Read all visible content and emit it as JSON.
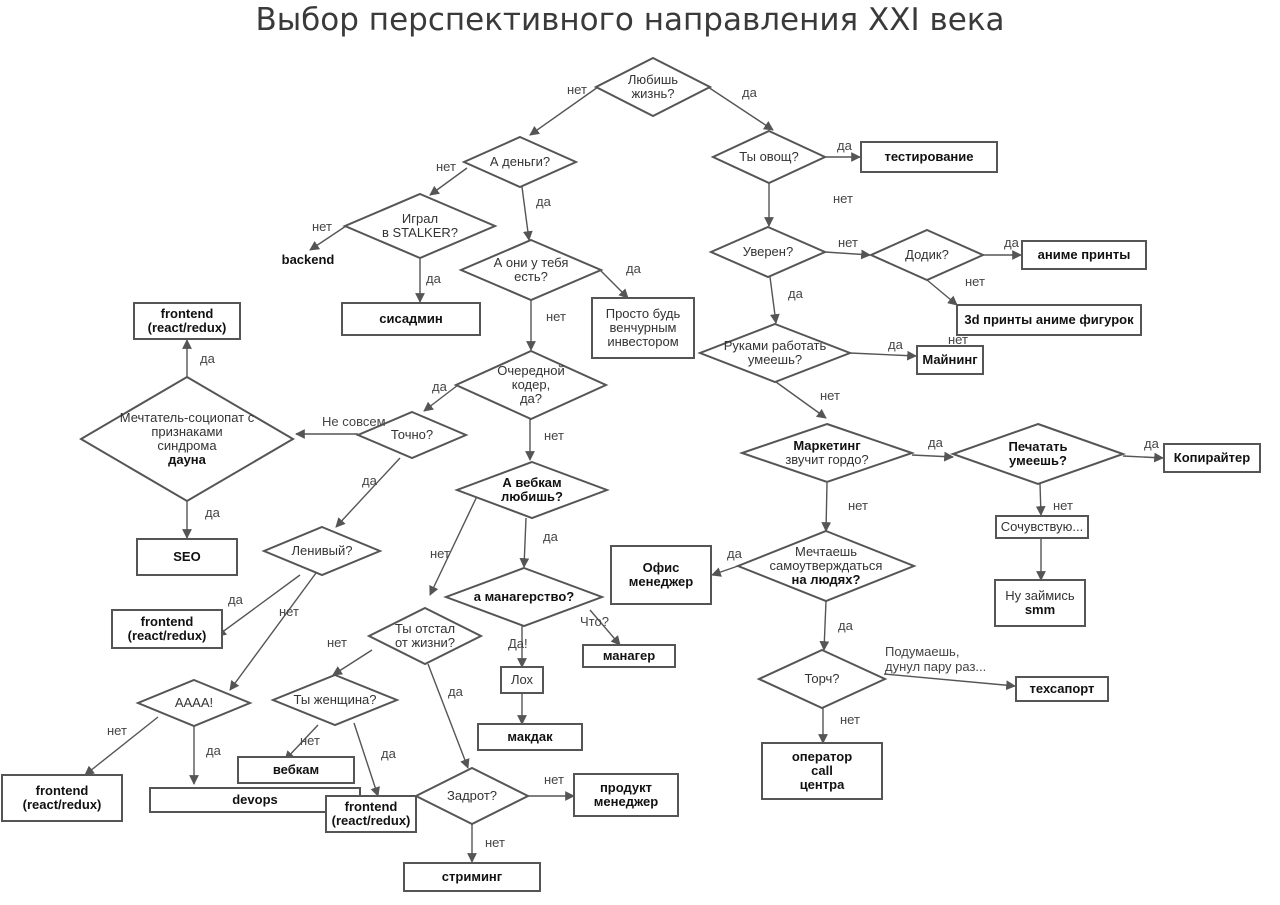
{
  "title": "Выбор перспективного направления XXI века",
  "nodes": {
    "love_life": {
      "lines": [
        "Любишь",
        "жизнь?"
      ],
      "bold": false
    },
    "money": {
      "lines": [
        "А деньги?"
      ],
      "bold": false
    },
    "vegetable": {
      "lines": [
        "Ты овощ?"
      ],
      "bold": false
    },
    "testing": {
      "lines": [
        "тестирование"
      ],
      "bold": true
    },
    "stalker": {
      "lines": [
        "Играл",
        "в STALKER?"
      ],
      "bold": false
    },
    "backend": {
      "lines": [
        "backend"
      ],
      "bold": true
    },
    "sysadmin": {
      "lines": [
        "сисадмин"
      ],
      "bold": true
    },
    "have_money": {
      "lines": [
        "А они у тебя",
        "есть?"
      ],
      "bold": false
    },
    "investor": {
      "lines": [
        "Просто будь",
        "венчурным",
        "инвестором"
      ],
      "bold": false
    },
    "sure": {
      "lines": [
        "Уверен?"
      ],
      "bold": false
    },
    "dodik": {
      "lines": [
        "Додик?"
      ],
      "bold": false
    },
    "anime_prints": {
      "lines": [
        "аниме принты"
      ],
      "bold": true
    },
    "figures_3d": {
      "lines": [
        "3d принты аниме фигурок"
      ],
      "bold": true
    },
    "hands": {
      "lines": [
        "Руками работать",
        "умеешь?"
      ],
      "bold": false
    },
    "mining": {
      "lines": [
        "Майнинг"
      ],
      "bold": true
    },
    "fe1": {
      "lines": [
        "frontend",
        "(react/redux)"
      ],
      "bold": true
    },
    "dreamer": {
      "lines": [
        "Мечтатель-социопат с",
        "признаками",
        "синдрома",
        "дауна"
      ],
      "bold": false
    },
    "seo": {
      "lines": [
        "SEO"
      ],
      "bold": true
    },
    "coder": {
      "lines": [
        "Очередной",
        "кодер,",
        "да?"
      ],
      "bold": false
    },
    "exactly": {
      "lines": [
        "Точно?"
      ],
      "bold": false
    },
    "webcam_love": {
      "lines": [
        "А вебкам",
        "любишь?"
      ],
      "bold": true
    },
    "marketing": {
      "lines": [
        "Маркетинг",
        "звучит гордо?"
      ],
      "bold": false
    },
    "can_print": {
      "lines": [
        "Печатать",
        "умеешь?"
      ],
      "bold": true
    },
    "copywriter": {
      "lines": [
        "Копирайтер"
      ],
      "bold": true
    },
    "sympathy": {
      "lines": [
        "Сочувствую..."
      ],
      "bold": false
    },
    "smm": {
      "lines": [
        "Ну займись",
        "smm"
      ],
      "bold": false
    },
    "lazy": {
      "lines": [
        "Ленивый?"
      ],
      "bold": false
    },
    "fe2": {
      "lines": [
        "frontend",
        "(react/redux)"
      ],
      "bold": true
    },
    "managing": {
      "lines": [
        "а манагерство?"
      ],
      "bold": true
    },
    "manager": {
      "lines": [
        "манагер"
      ],
      "bold": true
    },
    "loser": {
      "lines": [
        "Лох"
      ],
      "bold": false
    },
    "mcdonalds": {
      "lines": [
        "макдак"
      ],
      "bold": true
    },
    "office_manager": {
      "lines": [
        "Офис",
        "менеджер"
      ],
      "bold": true
    },
    "dream_people": {
      "lines": [
        "Мечтаешь",
        "самоутверждаться",
        "на людях?"
      ],
      "bold": false
    },
    "behind": {
      "lines": [
        "Ты отстал",
        "от жизни?"
      ],
      "bold": false
    },
    "woman": {
      "lines": [
        "Ты женщина?"
      ],
      "bold": false
    },
    "webcam": {
      "lines": [
        "вебкам"
      ],
      "bold": true
    },
    "aaaa": {
      "lines": [
        "АААА!"
      ],
      "bold": false
    },
    "fe3": {
      "lines": [
        "frontend",
        "(react/redux)"
      ],
      "bold": true
    },
    "devops": {
      "lines": [
        "devops"
      ],
      "bold": true
    },
    "fe4": {
      "lines": [
        "frontend",
        "(react/redux)"
      ],
      "bold": true
    },
    "nerd": {
      "lines": [
        "Задрот?"
      ],
      "bold": false
    },
    "product_manager": {
      "lines": [
        "продукт",
        "менеджер"
      ],
      "bold": true
    },
    "streaming": {
      "lines": [
        "стриминг"
      ],
      "bold": true
    },
    "stoned": {
      "lines": [
        "Торч?"
      ],
      "bold": false
    },
    "techsupport": {
      "lines": [
        "техсапорт"
      ],
      "bold": true
    },
    "call_center": {
      "lines": [
        "оператор",
        "call",
        "центра"
      ],
      "bold": true
    }
  },
  "edge_labels": {
    "l01": "нет",
    "l02": "да",
    "l03": "нет",
    "l04": "да",
    "l05": "да",
    "l06": "нет",
    "l07": "нет",
    "l08": "да",
    "l09": "да",
    "l10": "нет",
    "l11": "нет",
    "l12": "да",
    "l13": "нет",
    "l14": "да",
    "l15": "нет",
    "l16": "да",
    "l17": "нет",
    "l18": "Не совсем",
    "l19": "да",
    "l20": "да",
    "l21": "нет",
    "l22": "да",
    "l23": "да",
    "l24": "нет",
    "l25": "да",
    "l26": "нет",
    "l27": "да",
    "l28": "да",
    "l29": "нет",
    "l30": "нет",
    "l31": "да",
    "l32": "нет",
    "l33": "да",
    "l34": "Что?",
    "l35": "Да!",
    "l36": "нет",
    "l37": "да",
    "l38": "нет",
    "l39": "да",
    "l40": "нет",
    "l41": "да",
    "l42": "да",
    "l43": "нет",
    "l44": "Подумаешь,",
    "l45": "дунул пару раз...",
    "l46": "нет"
  }
}
